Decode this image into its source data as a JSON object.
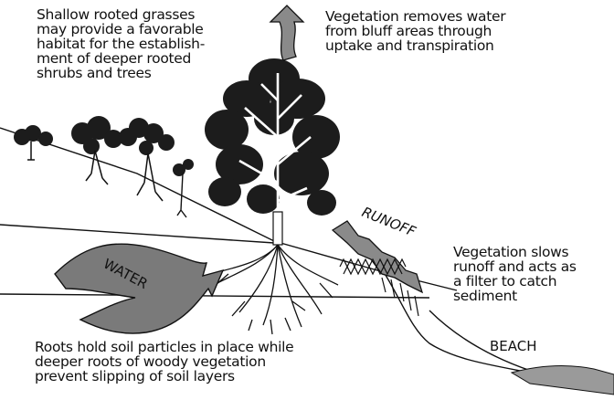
{
  "captions": {
    "grasses": "Shallow rooted grasses\nmay provide a favorable\nhabitat for the establish-\nment of deeper rooted\nshrubs and trees",
    "transpiration": "Vegetation removes water\nfrom bluff areas through\nuptake and transpiration",
    "runoff_filter": "Vegetation slows\nrunoff and acts as\na filter to catch\nsediment",
    "roots": "Roots hold soil particles in place while\ndeeper roots of woody vegetation\nprevent slipping of soil layers"
  },
  "labels": {
    "runoff": "RUNOFF",
    "water": "WATER",
    "beach": "BEACH"
  },
  "colors": {
    "ink": "#111111",
    "foliage": "#1c1c1c",
    "arrow_fill": "#8a8a8a",
    "water_fill": "#7a7a7a",
    "background": "#ffffff"
  }
}
